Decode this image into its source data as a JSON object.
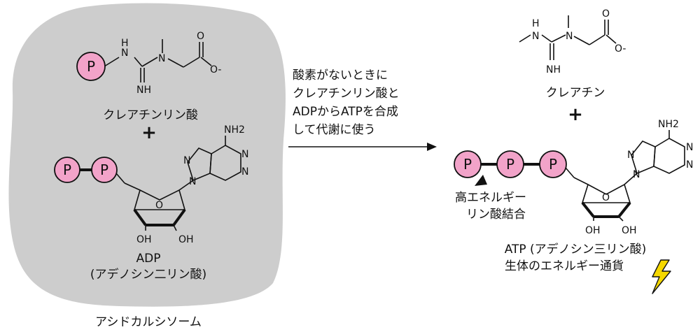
{
  "colors": {
    "phosphate_fill": "#f2a3c9",
    "blob_fill": "#cdcdcd",
    "lightning_fill": "#f5d800",
    "line": "#111111"
  },
  "left_side": {
    "phosphocreatine_label": "クレアチンリン酸",
    "plus": "+",
    "adp_label": "ADP",
    "adp_fullname": "(アデノシン二リン酸)",
    "container_label": "アシドカルシソーム"
  },
  "reaction": {
    "lines": [
      "酸素がないときに",
      "クレアチンリン酸と",
      "ADPからATPを合成",
      "して代謝に使う"
    ]
  },
  "right_side": {
    "creatine_label": "クレアチン",
    "plus": "+",
    "bond_label_line1": "高エネルギー",
    "bond_label_line2": "リン酸結合",
    "atp_label": "ATP (アデノシン三リン酸)",
    "atp_role": "生体のエネルギー通貨"
  },
  "chem": {
    "phosphate": "P",
    "nh": "N-H",
    "n": "N",
    "h": "H",
    "nh_imine": "NH",
    "o": "O",
    "o_minus": "O-",
    "nh2": "NH2",
    "oh": "OH",
    "hn": "HN"
  },
  "icons": [
    "lightning-icon",
    "reaction-arrow",
    "high-energy-bond-marker"
  ]
}
